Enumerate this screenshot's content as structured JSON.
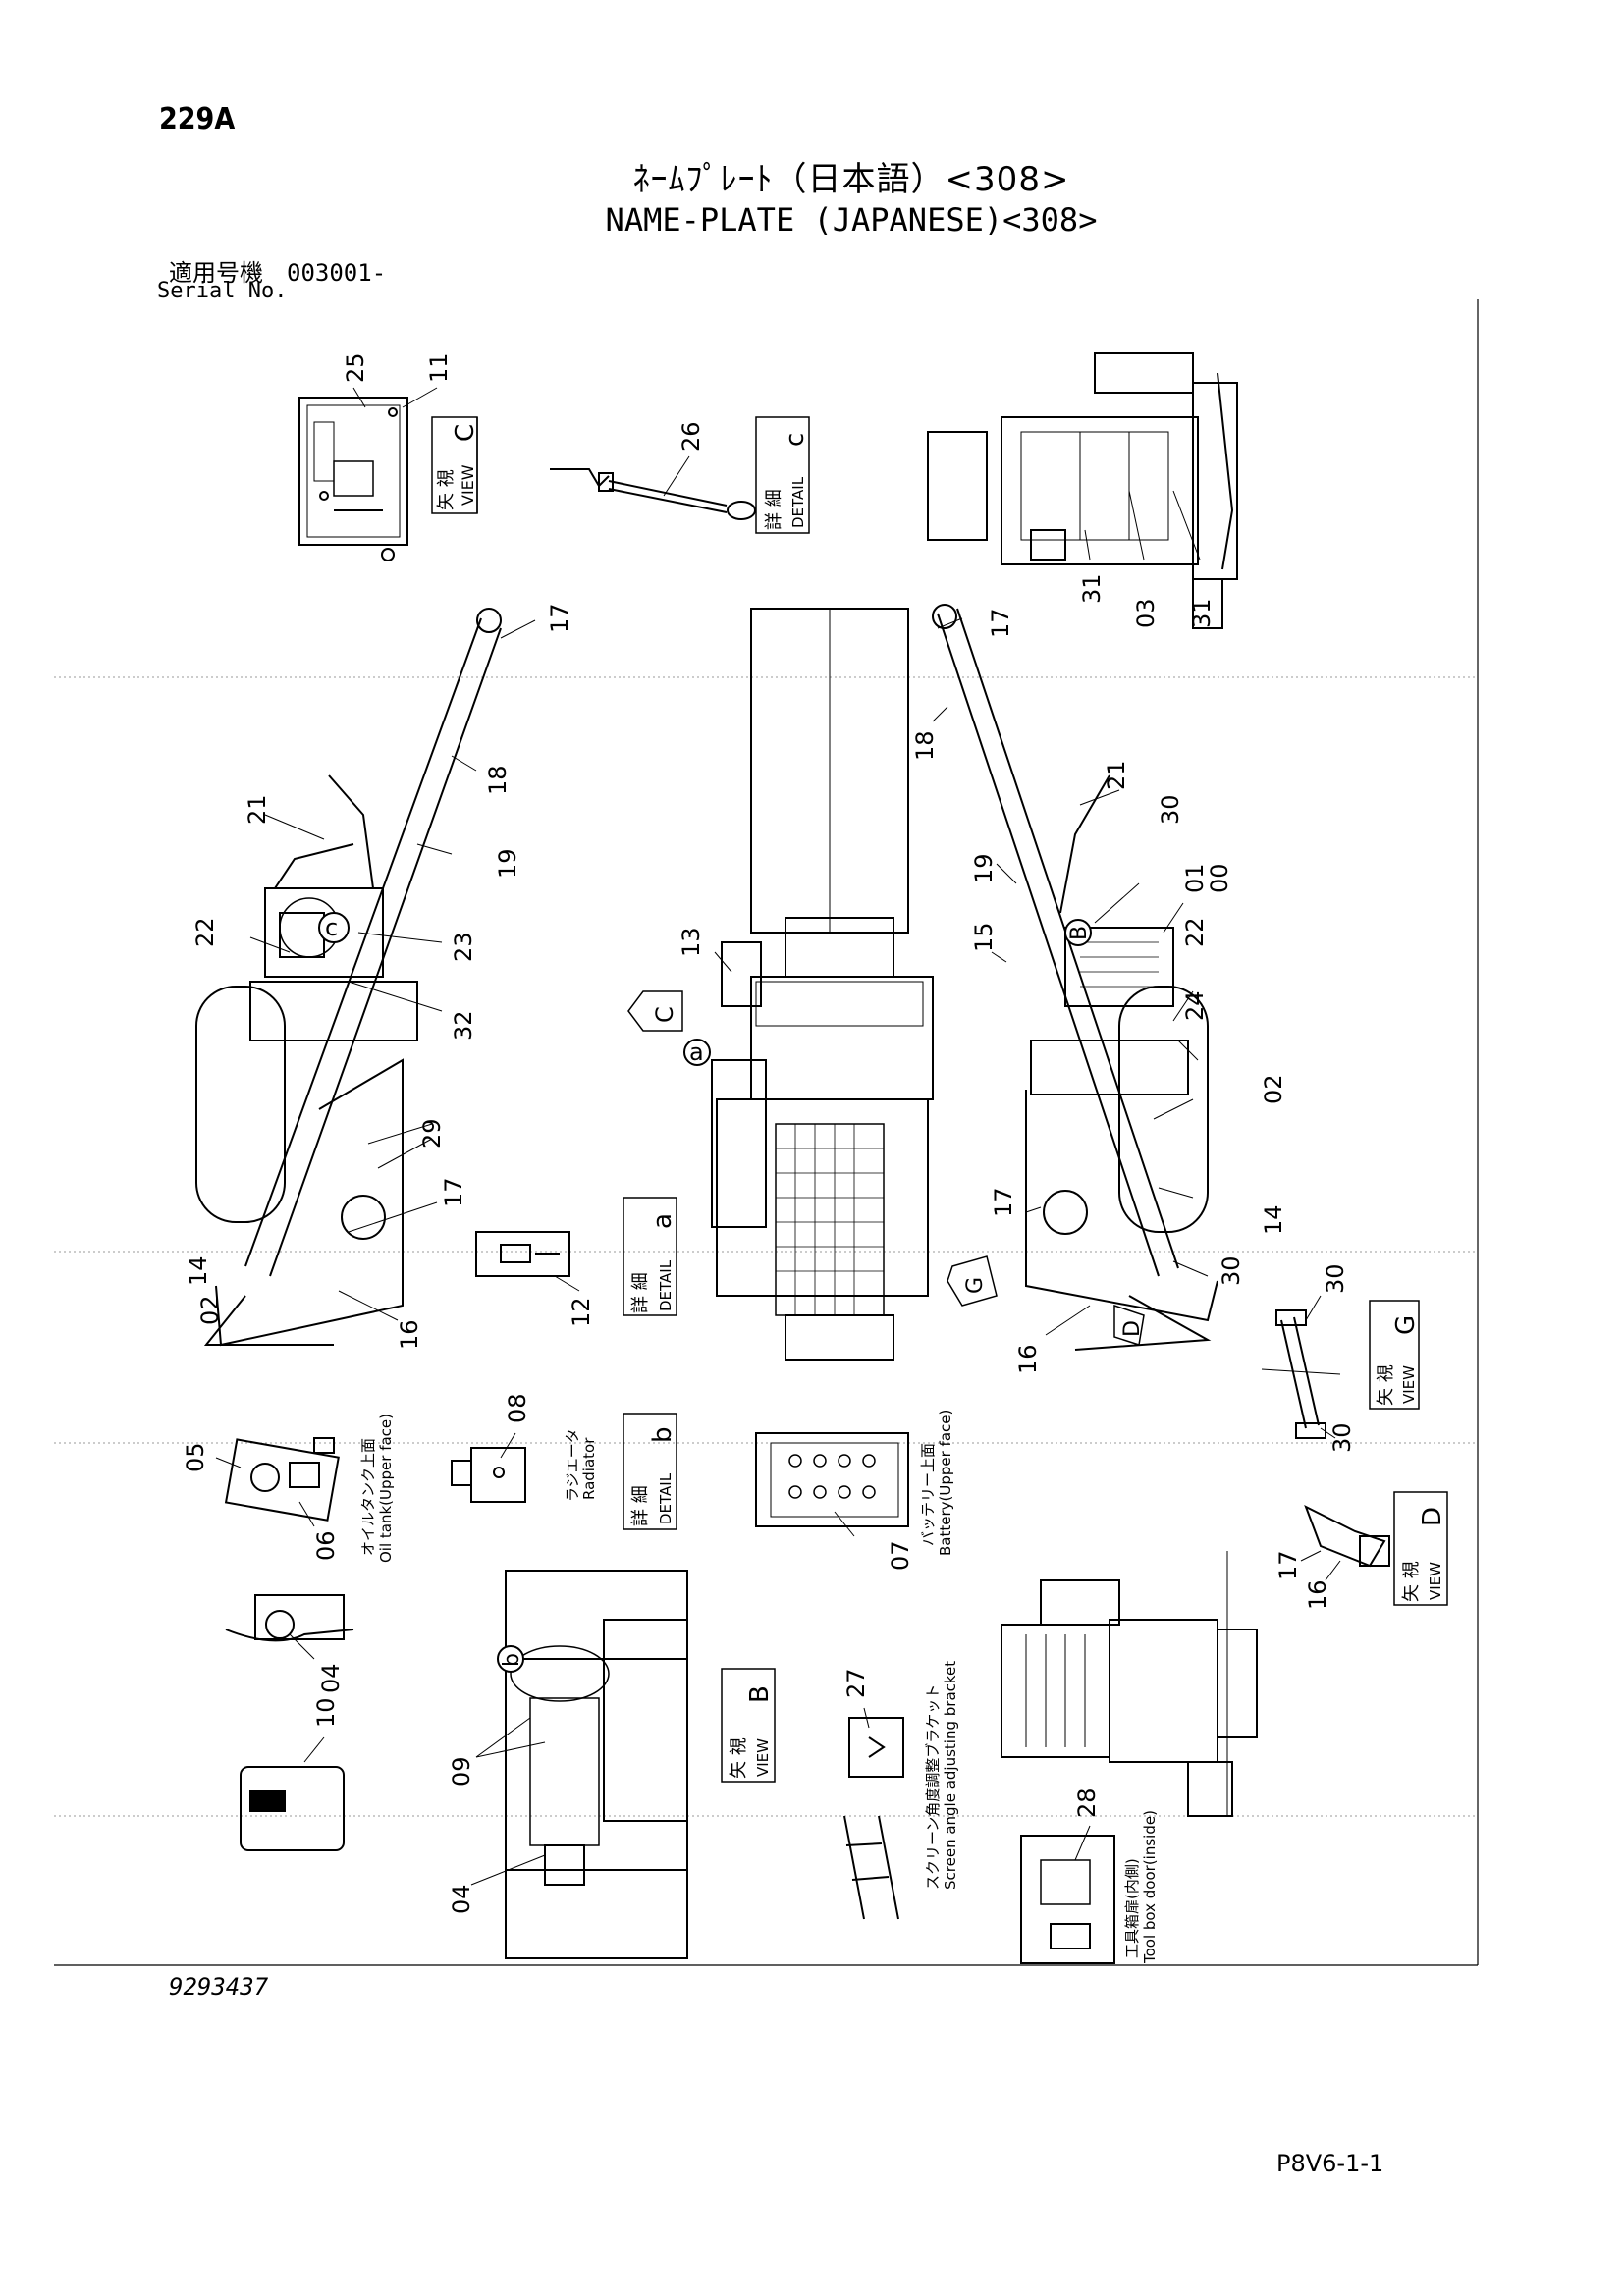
{
  "header": {
    "page_code": "229A",
    "title_jp": "ﾈｰﾑﾌﾟﾚｰﾄ（日本語）<308>",
    "title_en": "NAME-PLATE (JAPANESE)<308>",
    "serial_label_jp": "適用号機　003001-",
    "serial_label_en": "Serial No."
  },
  "views": {
    "view_c": {
      "jp": "矢 視",
      "en": "VIEW",
      "letter": "C"
    },
    "detail_c": {
      "jp": "詳 細",
      "en": "DETAIL",
      "letter": "c"
    },
    "detail_a": {
      "jp": "詳 細",
      "en": "DETAIL",
      "letter": "a"
    },
    "detail_b": {
      "jp": "詳 細",
      "en": "DETAIL",
      "letter": "b"
    },
    "view_g": {
      "jp": "矢 視",
      "en": "VIEW",
      "letter": "G"
    },
    "view_d": {
      "jp": "矢 視",
      "en": "VIEW",
      "letter": "D"
    },
    "view_b": {
      "jp": "矢 視",
      "en": "VIEW",
      "letter": "B"
    }
  },
  "callouts": {
    "c25": "25",
    "c11": "11",
    "c26": "26",
    "c31a": "31",
    "c03": "03",
    "c31b": "31",
    "c17a": "17",
    "c18a": "18",
    "c21a": "21",
    "c19a": "19",
    "c22a": "22",
    "c23": "23",
    "c32": "32",
    "c29": "29",
    "c17b": "17",
    "c14a": "14",
    "c02a": "02",
    "c16a": "16",
    "c12": "12",
    "c13": "13",
    "c17c": "17",
    "c18b": "18",
    "c21b": "21",
    "c30a": "30",
    "c01": "01",
    "c00": "00",
    "c19b": "19",
    "c15": "15",
    "c22b": "22",
    "c24": "24",
    "c02b": "02",
    "c14b": "14",
    "c17d": "17",
    "c30b": "30",
    "c16b": "16",
    "c30c": "30",
    "c30d": "30",
    "c08": "08",
    "c05": "05",
    "c06": "06",
    "c07": "07",
    "c04a": "04",
    "c10": "10",
    "c09": "09",
    "c04b": "04",
    "c27": "27",
    "c28": "28",
    "c17e": "17",
    "c16c": "16"
  },
  "markers": {
    "a": "a",
    "b": "b",
    "c": "c",
    "B": "B",
    "C": "C",
    "D": "D",
    "G": "G"
  },
  "notes": {
    "radiator_jp": "ラジエータ",
    "radiator_en": "Radiator",
    "oil_tank_jp": "オイルタンク上面",
    "oil_tank_en": "Oil tank(Upper face)",
    "battery_jp": "バッテリー上面",
    "battery_en": "Battery(Upper face)",
    "screen_jp": "スクリーン角度調整ブラケット",
    "screen_en": "Screen angle adjusting bracket",
    "toolbox_jp": "工具箱扉(内側)",
    "toolbox_en": "Tool box door(inside)"
  },
  "footer": {
    "drawing_no": "9293437",
    "page_ref": "P8V6-1-1"
  }
}
